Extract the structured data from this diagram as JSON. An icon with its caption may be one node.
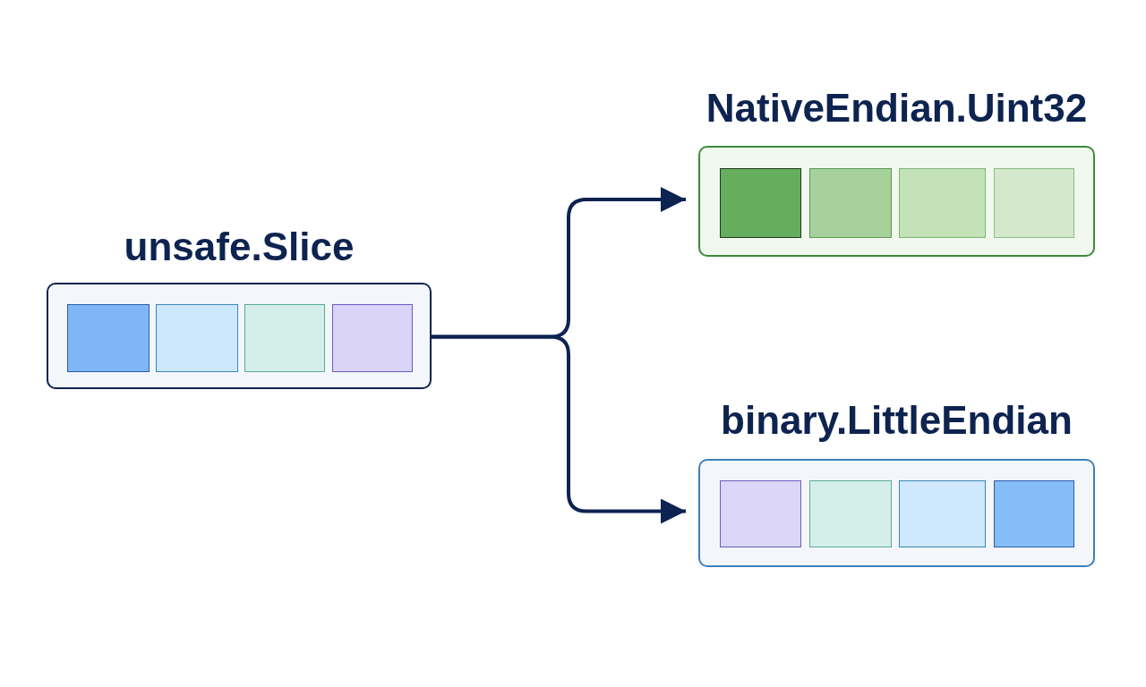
{
  "diagram": {
    "nodes": [
      {
        "text": [
          "unsafe.Slice"
        ]
      },
      {
        "text": [
          "NativeEndian.Uint32"
        ]
      },
      {
        "text": [
          "binary.LittleEndian"
        ]
      },
      {
        "text": [],
        "shape": "box",
        "in": 0
      },
      {
        "text": [],
        "shape": "box",
        "in": 0
      },
      {
        "text": [],
        "shape": "box",
        "in": 0
      },
      {
        "text": [],
        "shape": "box",
        "in": 0
      },
      {
        "text": [],
        "shape": "box",
        "in": 1
      },
      {
        "text": [],
        "shape": "box",
        "in": 1
      },
      {
        "text": [],
        "shape": "box",
        "in": 1
      },
      {
        "text": [],
        "shape": "box",
        "in": 1
      },
      {
        "text": [],
        "shape": "box",
        "in": 2
      },
      {
        "text": [],
        "shape": "box",
        "in": 2
      },
      {
        "text": [],
        "shape": "box",
        "in": 2
      },
      {
        "text": [],
        "shape": "box",
        "in": 2
      }
    ],
    "edges": [
      {
        "from": 0,
        "to": 1,
        "arrow": "to"
      },
      {
        "from": 0,
        "to": 2,
        "arrow": "to"
      }
    ]
  }
}
